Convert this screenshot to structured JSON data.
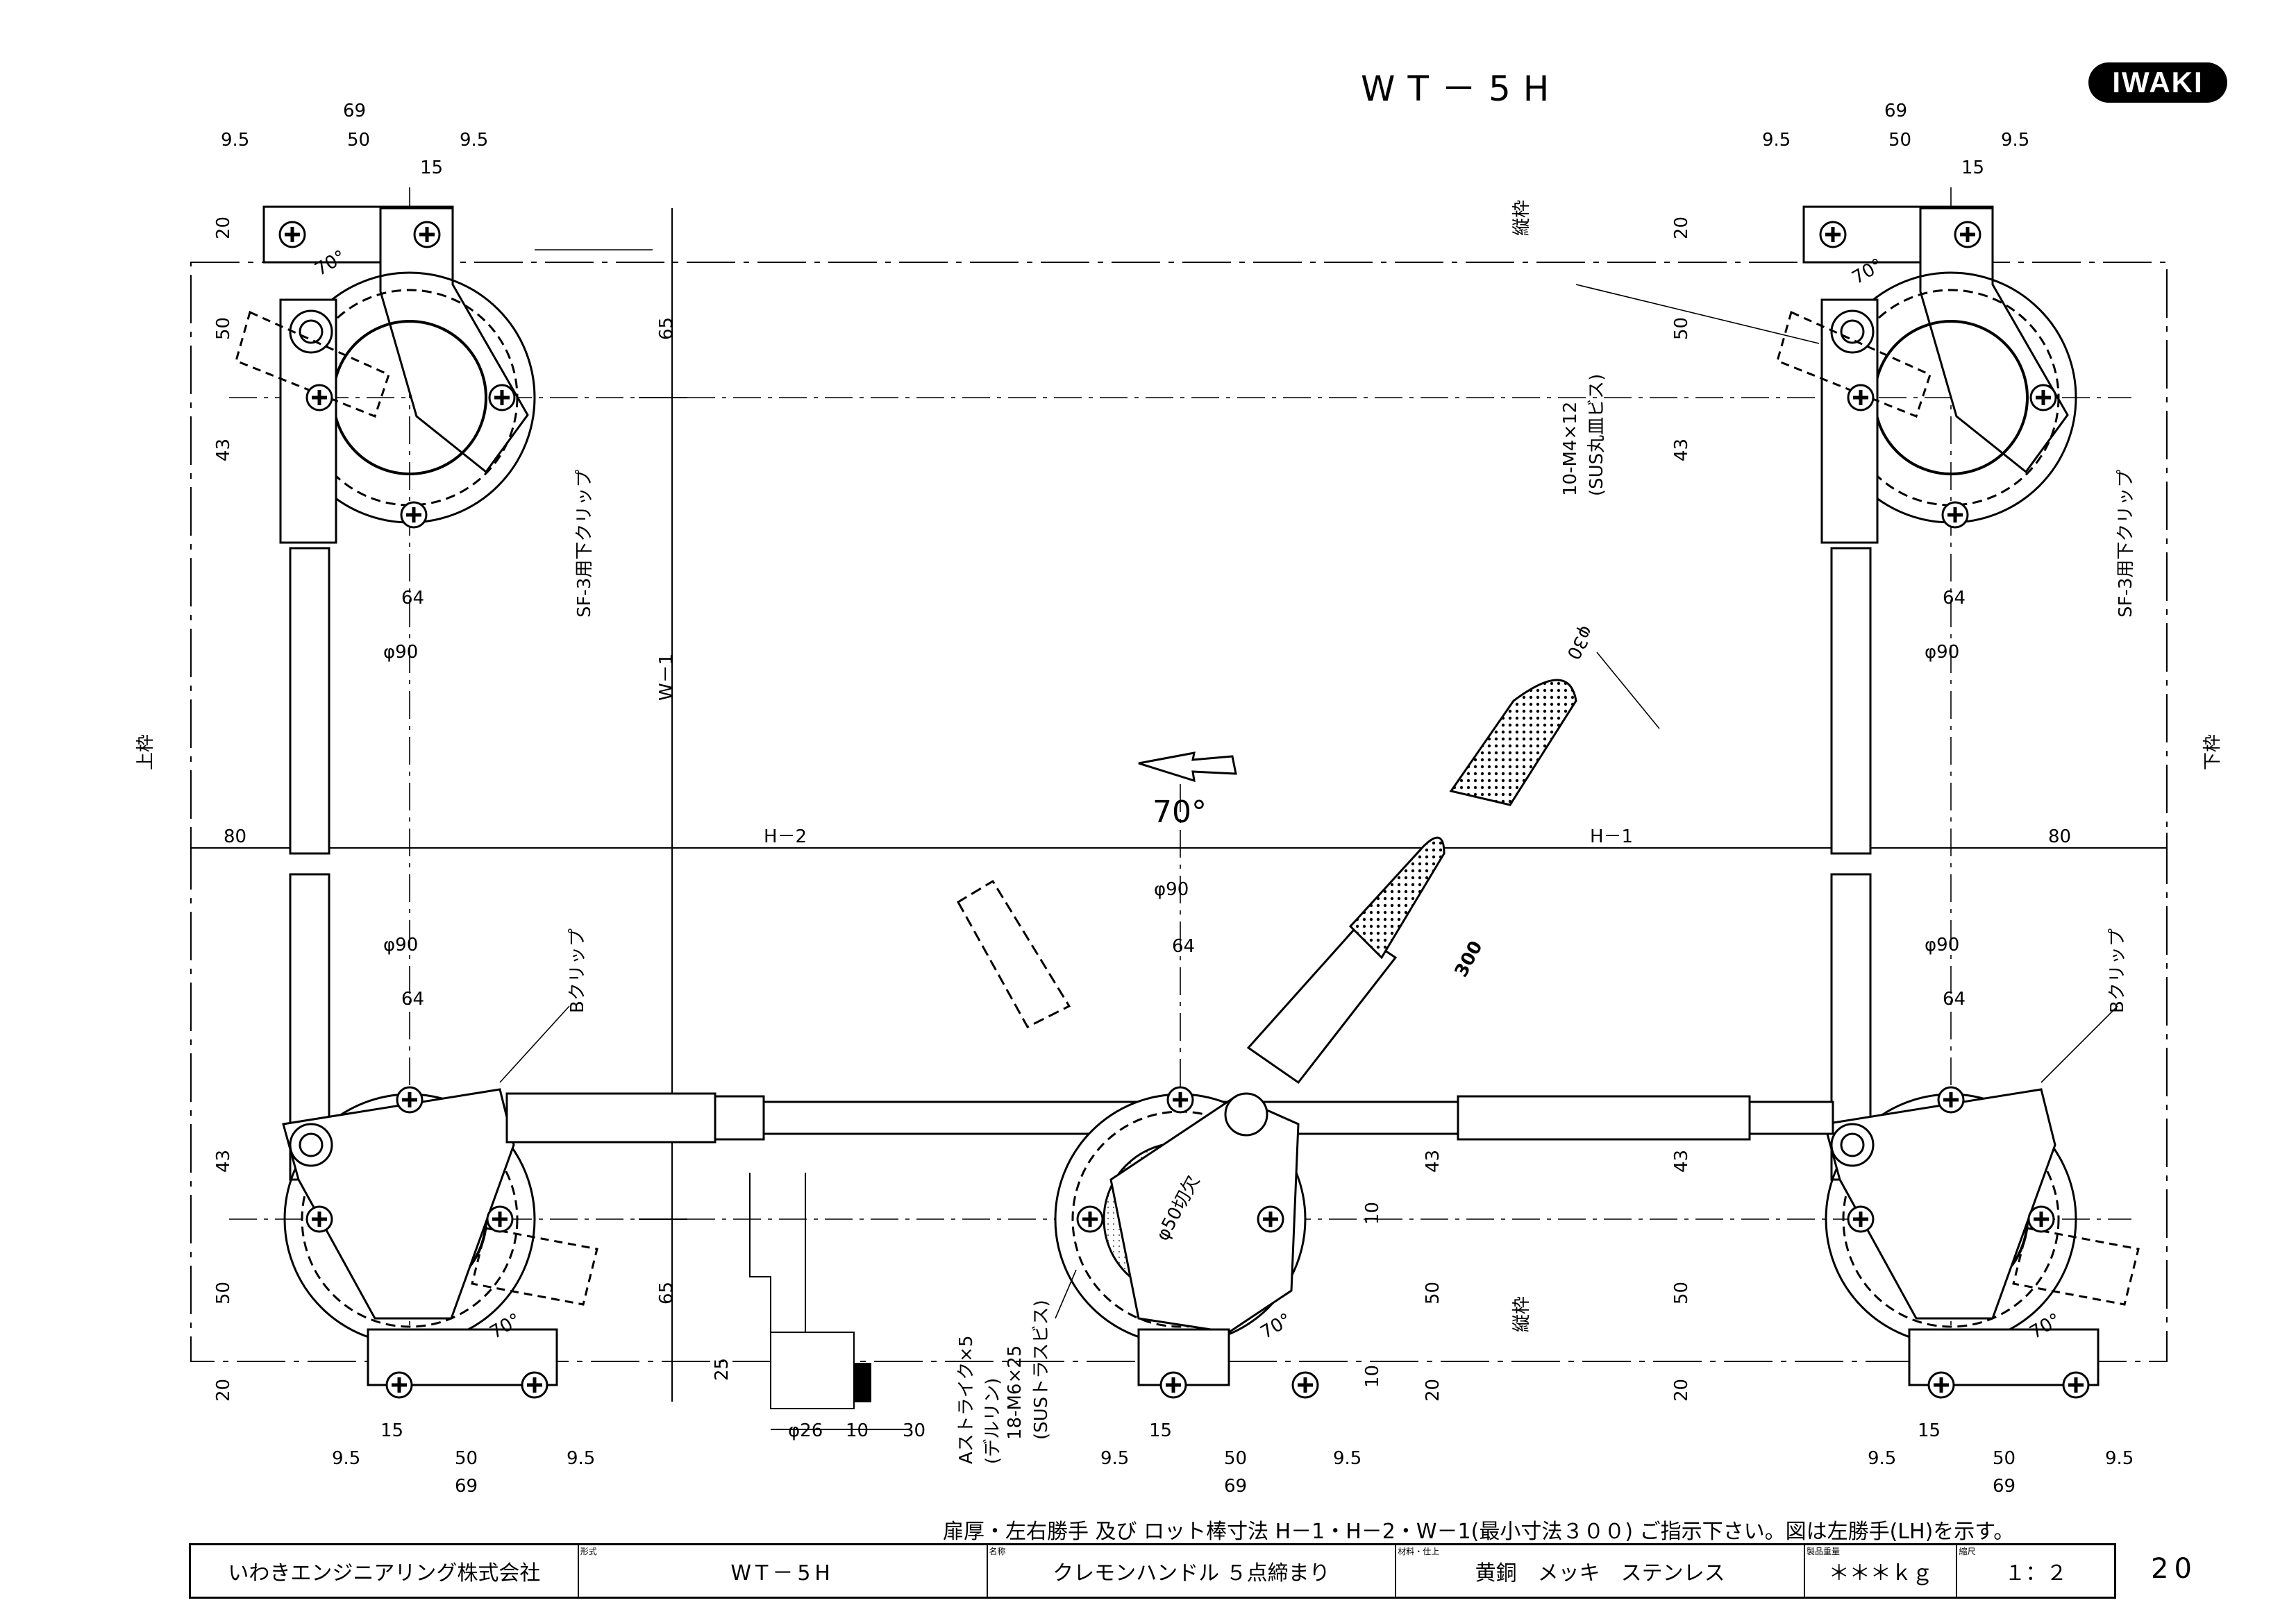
{
  "title": "WT－5H",
  "logo": "IWAKI",
  "labels": {
    "dim_69": "69",
    "dim_50": "50",
    "dim_9_5": "9.5",
    "dim_15": "15",
    "dim_20": "20",
    "dim_43": "43",
    "dim_65": "65",
    "dim_64": "64",
    "dim_80": "80",
    "dim_10": "10",
    "dim_25": "25",
    "dim_30": "30",
    "dim_300": "300",
    "phi90": "φ90",
    "phi30": "φ30",
    "phi26": "φ26",
    "phi50": "φ50切欠",
    "angle70": "70°",
    "h1": "H－1",
    "h2": "H－2",
    "w1": "W－1",
    "tatewaku": "縦枠",
    "uwawaku": "上枠",
    "shitawaku": "下枠",
    "sf3clip": "SF-3用下クリップ",
    "bclip": "Bクリップ",
    "screw_m4": "10-M4×12",
    "screw_m4_sub": "(SUS丸皿ビス)",
    "screw_m6": "18-M6×25",
    "screw_m6_sub": "(SUSトラスビス)",
    "strike": "Aストライク×5",
    "strike_sub": "(デルリン)"
  },
  "note": "扉厚・左右勝手 及び ロット棒寸法 H－1・H－2・W－1(最小寸法３００) ご指示下さい。図は左勝手(LH)を示す。",
  "title_block": {
    "company": "いわきエンジニアリング株式会社",
    "model_caption": "形式",
    "model": "WT－5H",
    "name_caption": "名称",
    "name": "クレモンハンドル ５点締まり",
    "material_caption": "材料・仕上",
    "material": "黄銅　メッキ　ステンレス",
    "weight_caption": "製品重量",
    "weight": "＊＊＊ｋｇ",
    "scale_caption": "縮尺",
    "scale": "１：２"
  },
  "page_number": "20"
}
